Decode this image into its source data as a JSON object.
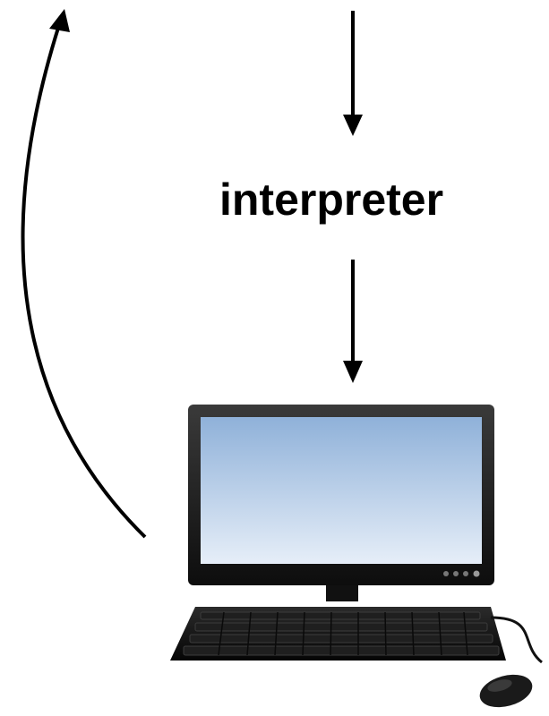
{
  "diagram": {
    "center_label": "interpreter",
    "nodes": [
      {
        "id": "interpreter",
        "kind": "text-label"
      },
      {
        "id": "computer",
        "kind": "computer-illustration",
        "icon": "desktop-computer-icon"
      }
    ],
    "edges": [
      {
        "from": "top",
        "to": "interpreter"
      },
      {
        "from": "interpreter",
        "to": "computer"
      },
      {
        "from": "computer",
        "to": "top-left",
        "style": "curved"
      }
    ],
    "colors": {
      "line": "#000000",
      "screen_top": "#8fb1d9",
      "screen_bottom": "#e6eef8",
      "hardware": "#1a1a1a"
    }
  }
}
